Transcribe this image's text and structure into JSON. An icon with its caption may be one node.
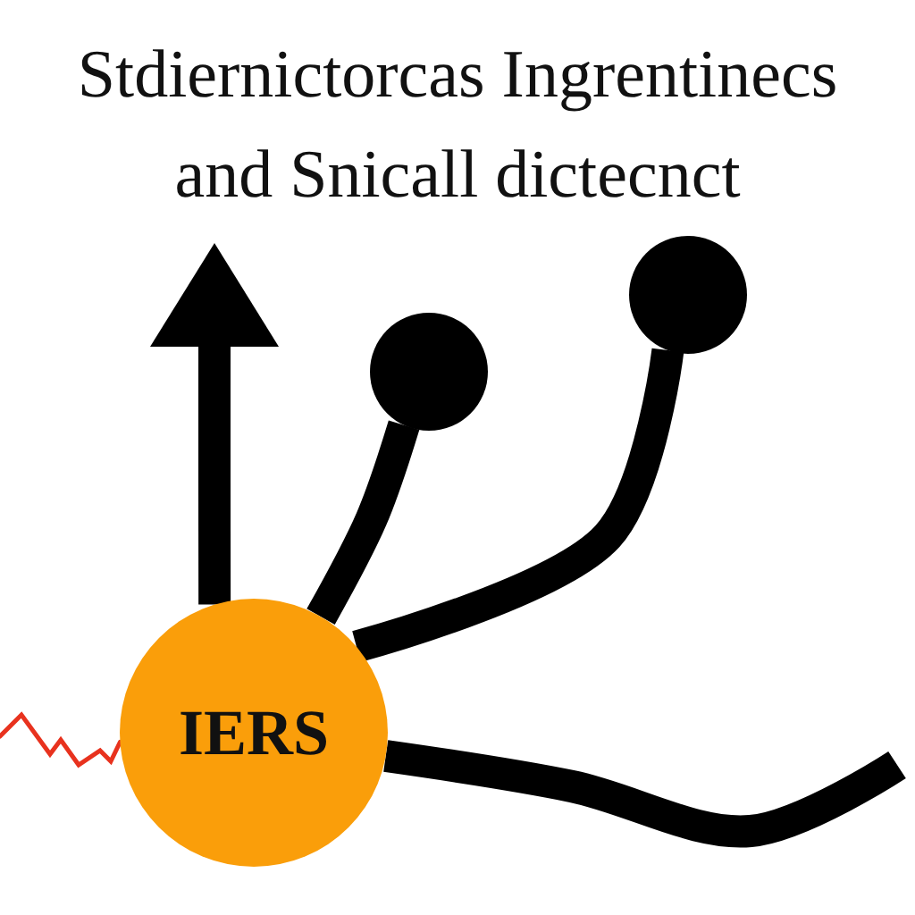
{
  "diagram": {
    "title": "Stdiernictorcas Ingrentinecs and Snicall dictecnct",
    "nodes": [
      {
        "text": [
          "IERS"
        ]
      },
      {
        "text": [],
        "shape": "circle"
      },
      {
        "text": [],
        "shape": "circle"
      }
    ],
    "edges": [
      {
        "from": 0,
        "to": null,
        "arrow": "to"
      },
      {
        "from": 0,
        "to": 1,
        "arrow": "none"
      },
      {
        "from": 0,
        "to": 2,
        "arrow": "none"
      },
      {
        "from": 0,
        "to": null,
        "arrow": "none"
      },
      {
        "from": null,
        "to": 0,
        "arrow": "none",
        "color": "#e8321e"
      }
    ]
  }
}
